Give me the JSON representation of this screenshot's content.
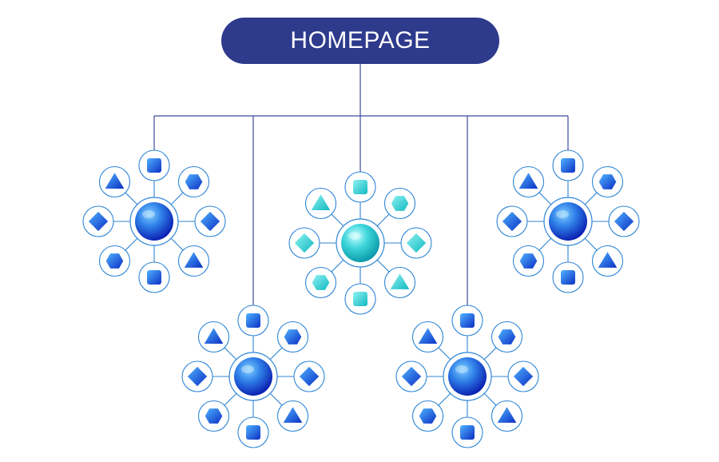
{
  "title": "HOMEPAGE",
  "colors": {
    "title_fill": "#2e3a8c",
    "connector": "#3d4a9e",
    "ring_stroke": "#2f86d6",
    "spoke": "#2f86d6",
    "blue_light": "#4fb2ff",
    "blue_dark": "#0b2fc4",
    "cyan_light": "#8ff2f2",
    "cyan_dark": "#10b8c0"
  },
  "clusters": [
    {
      "name": "cluster-left-top",
      "theme": "blue",
      "satellites": [
        "square",
        "hexagon",
        "diamond",
        "triangle",
        "square",
        "hexagon",
        "diamond",
        "triangle"
      ]
    },
    {
      "name": "cluster-left-bottom",
      "theme": "blue",
      "satellites": [
        "square",
        "hexagon",
        "diamond",
        "triangle",
        "square",
        "hexagon",
        "diamond",
        "triangle"
      ]
    },
    {
      "name": "cluster-center",
      "theme": "cyan",
      "satellites": [
        "square",
        "hexagon",
        "diamond",
        "triangle",
        "square",
        "hexagon",
        "diamond",
        "triangle"
      ]
    },
    {
      "name": "cluster-right-bottom",
      "theme": "blue",
      "satellites": [
        "square",
        "hexagon",
        "diamond",
        "triangle",
        "square",
        "hexagon",
        "diamond",
        "triangle"
      ]
    },
    {
      "name": "cluster-right-top",
      "theme": "blue",
      "satellites": [
        "square",
        "hexagon",
        "diamond",
        "triangle",
        "square",
        "hexagon",
        "diamond",
        "triangle"
      ]
    }
  ]
}
